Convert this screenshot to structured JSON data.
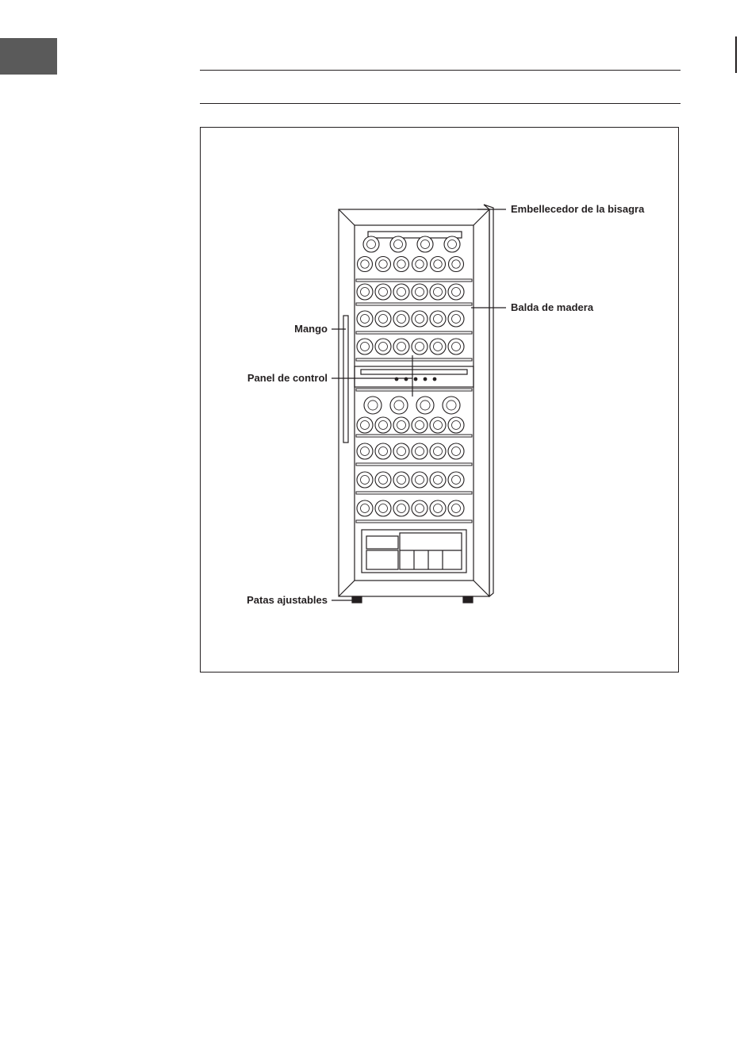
{
  "labels": {
    "hinge_trim": "Embellecedor de la bisagra",
    "wooden_shelf": "Balda de madera",
    "handle": "Mango",
    "control_panel": "Panel de control",
    "adjustable_feet": "Patas ajustables"
  },
  "colors": {
    "ink": "#231f20",
    "language_tab": "#5a5a5a"
  }
}
